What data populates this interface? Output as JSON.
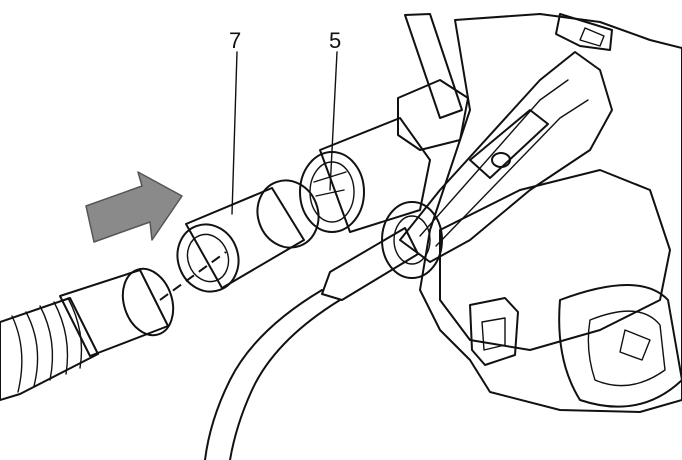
{
  "callouts": [
    {
      "id": "adapter",
      "text": "7"
    },
    {
      "id": "dust-port",
      "text": "5"
    }
  ],
  "colors": {
    "arrow": "#8a8a8a",
    "adapter": "#d4d4d4",
    "hose": "#dcdcdc",
    "line": "#111111",
    "body": "#ffffff"
  }
}
